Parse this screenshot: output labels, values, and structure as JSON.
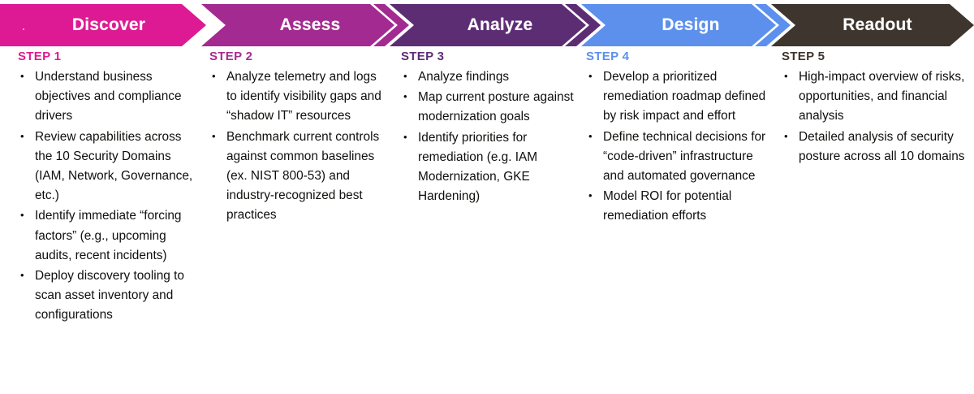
{
  "banner": {
    "phases": [
      {
        "label": "Discover",
        "color": "#DD1A93"
      },
      {
        "label": "Assess",
        "color": "#A32A90"
      },
      {
        "label": "Analyze",
        "color": "#5D2D74"
      },
      {
        "label": "Design",
        "color": "#5C90EC"
      },
      {
        "label": "Readout",
        "color": "#3E352E"
      }
    ]
  },
  "columns": [
    {
      "step_label": "STEP 1",
      "step_color": "#E2198F",
      "bullets": [
        "Understand business objectives and compliance drivers",
        "Review capabilities across the 10 Security Domains (IAM, Network, Governance, etc.)",
        "Identify immediate “forcing factors” (e.g., upcoming audits, recent incidents)",
        "Deploy discovery tooling to scan asset inventory and configurations"
      ]
    },
    {
      "step_label": "STEP 2",
      "step_color": "#A62C94",
      "bullets": [
        "Analyze telemetry and logs to identify visibility gaps and “shadow IT” resources",
        "Benchmark current controls against common baselines (ex. NIST 800-53) and industry-recognized best practices"
      ]
    },
    {
      "step_label": "STEP 3",
      "step_color": "#5D2D74",
      "bullets": [
        "Analyze findings",
        "Map current posture against modernization goals",
        "Identify priorities for remediation (e.g. IAM Modernization, GKE Hardening)"
      ]
    },
    {
      "step_label": "STEP 4",
      "step_color": "#5C90EC",
      "bullets": [
        "Develop a prioritized remediation roadmap defined by risk impact and effort",
        "Define technical decisions for “code-driven” infrastructure and automated governance",
        "Model ROI for potential remediation efforts"
      ]
    },
    {
      "step_label": "STEP 5",
      "step_color": "#3E352E",
      "bullets": [
        "High-impact overview of risks, opportunities, and financial analysis",
        "Detailed analysis of security posture across all 10 domains"
      ]
    }
  ]
}
